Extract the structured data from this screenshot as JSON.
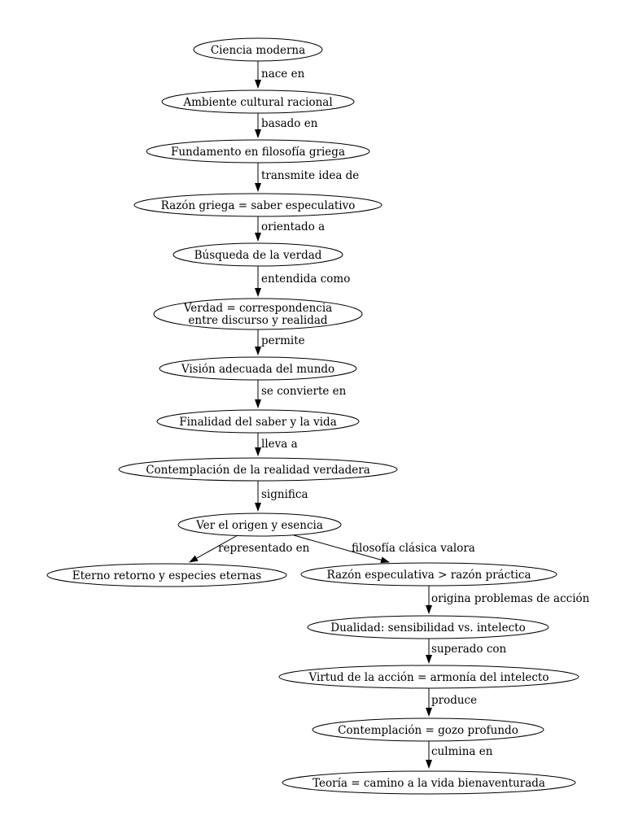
{
  "diagram": {
    "type": "flowchart",
    "background_color": "#ffffff",
    "node_fill_color": "#ffffff",
    "node_stroke_color": "#000000",
    "text_color": "#000000",
    "nodes": [
      {
        "id": "ciencia-moderna",
        "label": "Ciencia moderna"
      },
      {
        "id": "ambiente-cultural",
        "label": "Ambiente cultural racional"
      },
      {
        "id": "fundamento-filosofia",
        "label": "Fundamento en filosofía griega"
      },
      {
        "id": "razon-griega",
        "label": "Razón griega = saber especulativo"
      },
      {
        "id": "busqueda-verdad",
        "label": "Búsqueda de la verdad"
      },
      {
        "id": "verdad-correspondencia",
        "lines": [
          "Verdad = correspondencia",
          "entre discurso y realidad"
        ]
      },
      {
        "id": "vision-adecuada",
        "label": "Visión adecuada del mundo"
      },
      {
        "id": "finalidad-saber",
        "label": "Finalidad del saber y la vida"
      },
      {
        "id": "contemplacion-realidad",
        "label": "Contemplación de la realidad verdadera"
      },
      {
        "id": "ver-origen",
        "label": "Ver el origen y esencia"
      },
      {
        "id": "eterno-retorno",
        "label": "Eterno retorno y especies eternas"
      },
      {
        "id": "razon-especulativa",
        "label": "Razón especulativa > razón práctica"
      },
      {
        "id": "dualidad",
        "label": "Dualidad: sensibilidad vs. intelecto"
      },
      {
        "id": "virtud-accion",
        "label": "Virtud de la acción = armonía del intelecto"
      },
      {
        "id": "contemplacion-gozo",
        "label": "Contemplación = gozo profundo"
      },
      {
        "id": "teoria-camino",
        "label": "Teoría = camino a la vida bienaventurada"
      }
    ],
    "edges": [
      {
        "from": "ciencia-moderna",
        "to": "ambiente-cultural",
        "label": "nace en"
      },
      {
        "from": "ambiente-cultural",
        "to": "fundamento-filosofia",
        "label": "basado en"
      },
      {
        "from": "fundamento-filosofia",
        "to": "razon-griega",
        "label": "transmite idea de"
      },
      {
        "from": "razon-griega",
        "to": "busqueda-verdad",
        "label": "orientado a"
      },
      {
        "from": "busqueda-verdad",
        "to": "verdad-correspondencia",
        "label": "entendida como"
      },
      {
        "from": "verdad-correspondencia",
        "to": "vision-adecuada",
        "label": "permite"
      },
      {
        "from": "vision-adecuada",
        "to": "finalidad-saber",
        "label": "se convierte en"
      },
      {
        "from": "finalidad-saber",
        "to": "contemplacion-realidad",
        "label": "lleva a"
      },
      {
        "from": "contemplacion-realidad",
        "to": "ver-origen",
        "label": "significa"
      },
      {
        "from": "ver-origen",
        "to": "eterno-retorno",
        "label": "representado en"
      },
      {
        "from": "ver-origen",
        "to": "razon-especulativa",
        "label": "filosofía clásica valora"
      },
      {
        "from": "razon-especulativa",
        "to": "dualidad",
        "label": "origina problemas de acción"
      },
      {
        "from": "dualidad",
        "to": "virtud-accion",
        "label": "superado con"
      },
      {
        "from": "virtud-accion",
        "to": "contemplacion-gozo",
        "label": "produce"
      },
      {
        "from": "contemplacion-gozo",
        "to": "teoria-camino",
        "label": "culmina en"
      }
    ]
  }
}
